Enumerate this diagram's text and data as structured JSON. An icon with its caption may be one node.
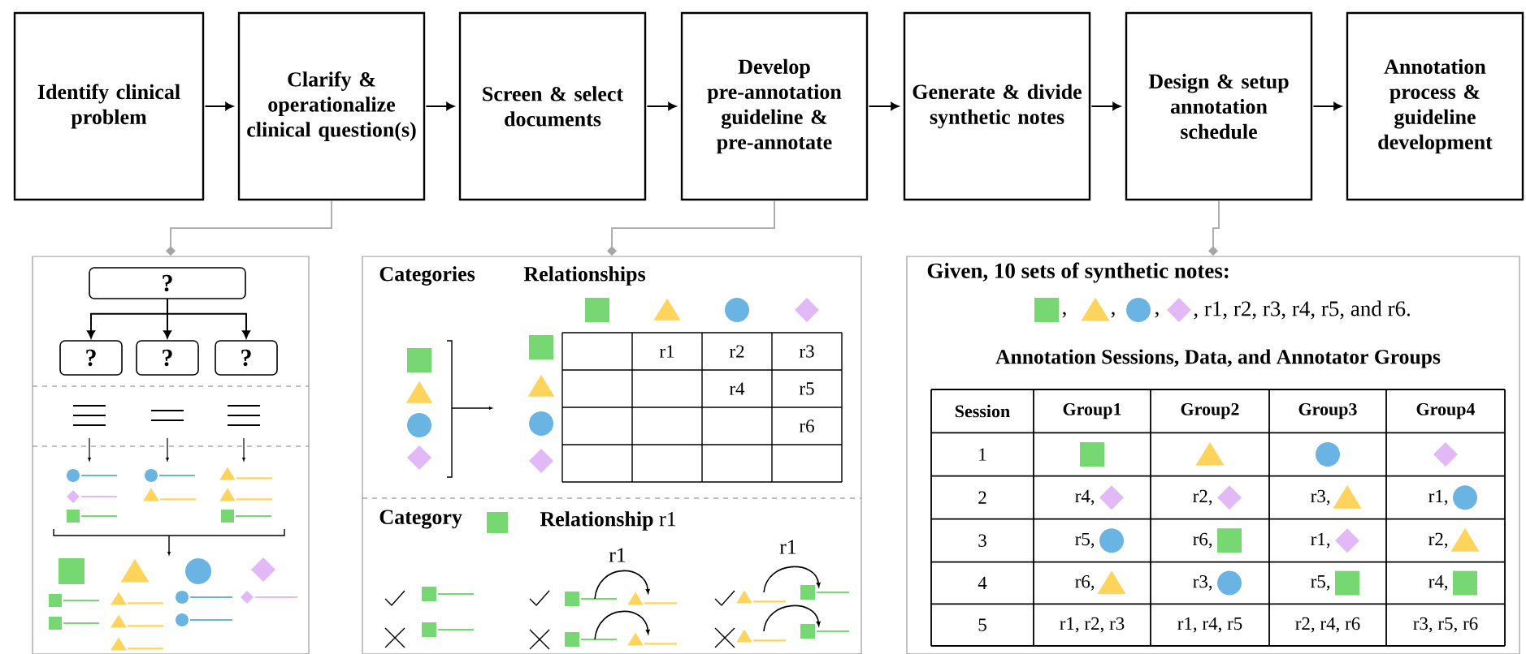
{
  "diagram": {
    "nodes": [
      {
        "text": [
          "Identify clinical problem"
        ]
      },
      {
        "text": [
          "Clarify & operationalize clinical question(s)"
        ]
      },
      {
        "text": [
          "Screen & select documents"
        ]
      },
      {
        "text": [
          "Develop pre-annotation guideline & pre-annotate"
        ]
      },
      {
        "text": [
          "Generate & divide synthetic notes"
        ]
      },
      {
        "text": [
          "Design & setup annotation schedule"
        ]
      },
      {
        "text": [
          "Annotation process & guideline development"
        ]
      },
      {
        "text": [],
        "shape": "box"
      },
      {
        "text": [],
        "shape": "box"
      },
      {
        "text": [],
        "shape": "box"
      },
      {
        "text": [
          "?"
        ],
        "in": 7
      },
      {
        "text": [
          "?"
        ],
        "in": 7
      },
      {
        "text": [
          "?"
        ],
        "in": 7
      },
      {
        "text": [
          "?"
        ],
        "in": 7
      }
    ],
    "edges": [
      {
        "from": 0,
        "to": 1,
        "arrow": "to"
      },
      {
        "from": 1,
        "to": 2,
        "arrow": "to"
      },
      {
        "from": 2,
        "to": 3,
        "arrow": "to"
      },
      {
        "from": 3,
        "to": 4,
        "arrow": "to"
      },
      {
        "from": 4,
        "to": 5,
        "arrow": "to"
      },
      {
        "from": 5,
        "to": 6,
        "arrow": "to"
      },
      {
        "from": 1,
        "to": 7,
        "arrow": "other",
        "color": "#a6a6a6"
      },
      {
        "from": 3,
        "to": 8,
        "arrow": "other",
        "color": "#a6a6a6"
      },
      {
        "from": 5,
        "to": 9,
        "arrow": "other",
        "color": "#a6a6a6"
      },
      {
        "from": 10,
        "to": 11,
        "arrow": "to"
      },
      {
        "from": 10,
        "to": 12,
        "arrow": "to"
      },
      {
        "from": 10,
        "to": 13,
        "arrow": "to"
      }
    ],
    "labels": [
      "Categories",
      "Relationships",
      "r1",
      "r2",
      "r3",
      "r4",
      "r5",
      "r6",
      "Category",
      "**Relationship** r1",
      "r1",
      "r1",
      "Given, 10 sets of synthetic notes:",
      ",",
      ",",
      ",",
      ", r1, r2, r3, r4, r5, and r6.",
      "Annotation Sessions, Data, and Annotator Groups",
      "Session",
      "Group1",
      "Group2",
      "Group3",
      "Group4",
      "1",
      "2",
      "r4,",
      "r2,",
      "r3,",
      "r1,",
      "3",
      "r5,",
      "r6,",
      "r1,",
      "r2,",
      "4",
      "r6,",
      "r3,",
      "r5,",
      "r4,",
      "5",
      "r1, r2, r3",
      "r1, r4, r5",
      "r2, r4, r6",
      "r3, r5, r6"
    ]
  }
}
